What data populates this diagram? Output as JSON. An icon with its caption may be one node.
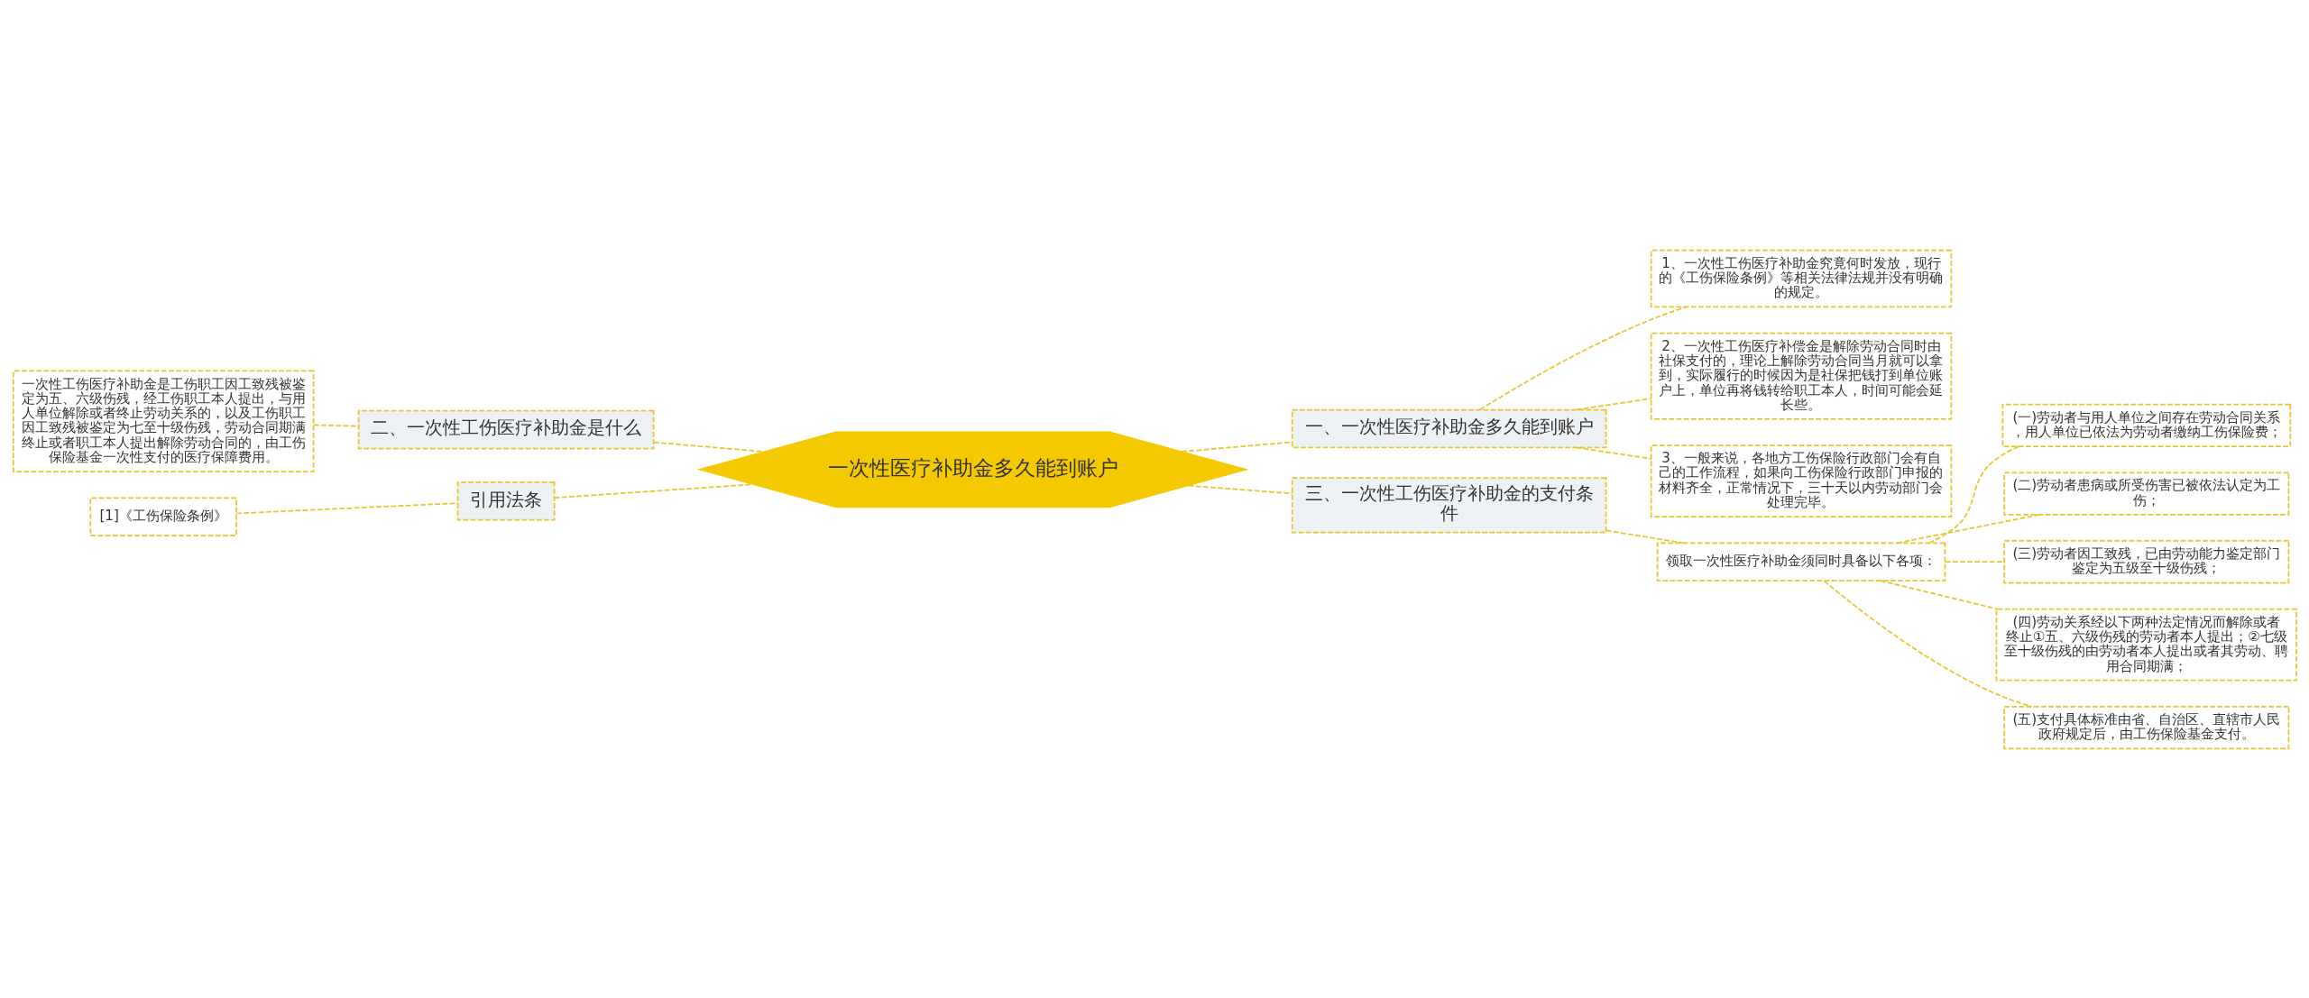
{
  "diagram": {
    "nodes": [
      {
        "text": [
          "一次性医疗补助金多久能到账户"
        ]
      },
      {
        "text": [
          "一、一次性医疗补助金多久能到账户"
        ]
      },
      {
        "text": [
          "1、一次性工伤医疗补助金究竟何时发放，现行的《工伤保险条例》等相关法律法规并没有明确的规定。"
        ]
      },
      {
        "text": [
          "2、一次性工伤医疗补偿金是解除劳动合同时由社保支付的，理论上解除劳动合同当月就可以拿到，实际履行的时候因为是社保把钱打到单位账户上，单位再将钱转给职工本人，时间可能会延长些。"
        ]
      },
      {
        "text": [
          "3、一般来说，各地方工伤保险行政部门会有自己的工作流程，如果向工伤保险行政部门申报的材料齐全，正常情况下，三十天以内劳动部门会处理完毕。"
        ]
      },
      {
        "text": [
          "三、一次性工伤医疗补助金的支付条件"
        ]
      },
      {
        "text": [
          "领取一次性医疗补助金须同时具备以下各项："
        ]
      },
      {
        "text": [
          "(一)劳动者与用人单位之间存在劳动合同关系，用人单位已依法为劳动者缴纳工伤保险费；"
        ]
      },
      {
        "text": [
          "(二)劳动者患病或所受伤害已被依法认定为工伤；"
        ]
      },
      {
        "text": [
          "(三)劳动者因工致残，已由劳动能力鉴定部门鉴定为五级至十级伤残；"
        ]
      },
      {
        "text": [
          "(四)劳动关系经以下两种法定情况而解除或者终止①五、六级伤残的劳动者本人提出；②七级至十级伤残的由劳动者本人提出或者其劳动、聘用合同期满；"
        ]
      },
      {
        "text": [
          "(五)支付具体标准由省、自治区、直辖市人民政府规定后，由工伤保险基金支付。"
        ]
      },
      {
        "text": [
          "二、一次性工伤医疗补助金是什么"
        ]
      },
      {
        "text": [
          "一次性工伤医疗补助金是工伤职工因工致残被鉴定为五、六级伤残，经工伤职工本人提出，与用人单位解除或者终止劳动关系的，以及工伤职工因工致残被鉴定为七至十级伤残，劳动合同期满终止或者职工本人提出解除劳动合同的，由工伤保险基金一次性支付的医疗保障费用。"
        ]
      },
      {
        "text": [
          "引用法条"
        ]
      },
      {
        "text": [
          "[1]《工伤保险条例》"
        ]
      }
    ],
    "edges": [
      {
        "from": 0,
        "to": 1,
        "arrow": "none"
      },
      {
        "from": 1,
        "to": 2,
        "arrow": "none"
      },
      {
        "from": 1,
        "to": 3,
        "arrow": "none"
      },
      {
        "from": 1,
        "to": 4,
        "arrow": "none"
      },
      {
        "from": 0,
        "to": 5,
        "arrow": "none"
      },
      {
        "from": 5,
        "to": 6,
        "arrow": "none"
      },
      {
        "from": 6,
        "to": 7,
        "arrow": "none"
      },
      {
        "from": 6,
        "to": 8,
        "arrow": "none"
      },
      {
        "from": 6,
        "to": 9,
        "arrow": "none"
      },
      {
        "from": 6,
        "to": 10,
        "arrow": "none"
      },
      {
        "from": 6,
        "to": 11,
        "arrow": "none"
      },
      {
        "from": 0,
        "to": 12,
        "arrow": "none"
      },
      {
        "from": 12,
        "to": 13,
        "arrow": "none"
      },
      {
        "from": 0,
        "to": 14,
        "arrow": "none"
      },
      {
        "from": 14,
        "to": 15,
        "arrow": "none"
      }
    ]
  }
}
